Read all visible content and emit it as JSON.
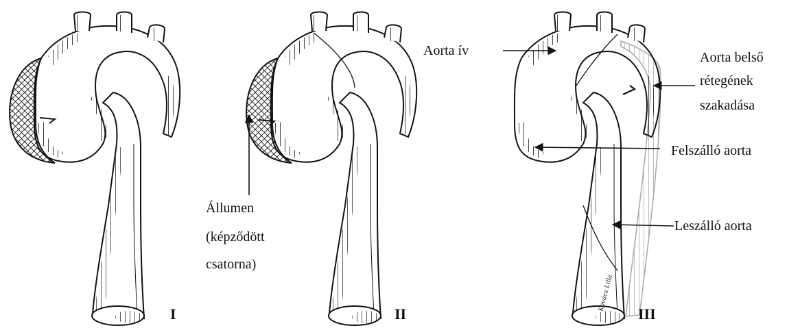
{
  "panels": [
    {
      "roman": "I"
    },
    {
      "roman": "II"
    },
    {
      "roman": "III"
    }
  ],
  "labels": {
    "false_lumen_line1": "Állumen",
    "false_lumen_line2": "(képződött",
    "false_lumen_line3": "csatorna)",
    "aortic_arch": "Aorta ív",
    "intimal_tear_line1": "Aorta belső",
    "intimal_tear_line2": "rétegének",
    "intimal_tear_line3": "szakadása",
    "ascending_aorta": "Felszálló aorta",
    "descending_aorta": "Leszálló aorta"
  },
  "artist_signature": "Kovács Lilla",
  "colors": {
    "ink": "#111111",
    "background": "#ffffff"
  }
}
